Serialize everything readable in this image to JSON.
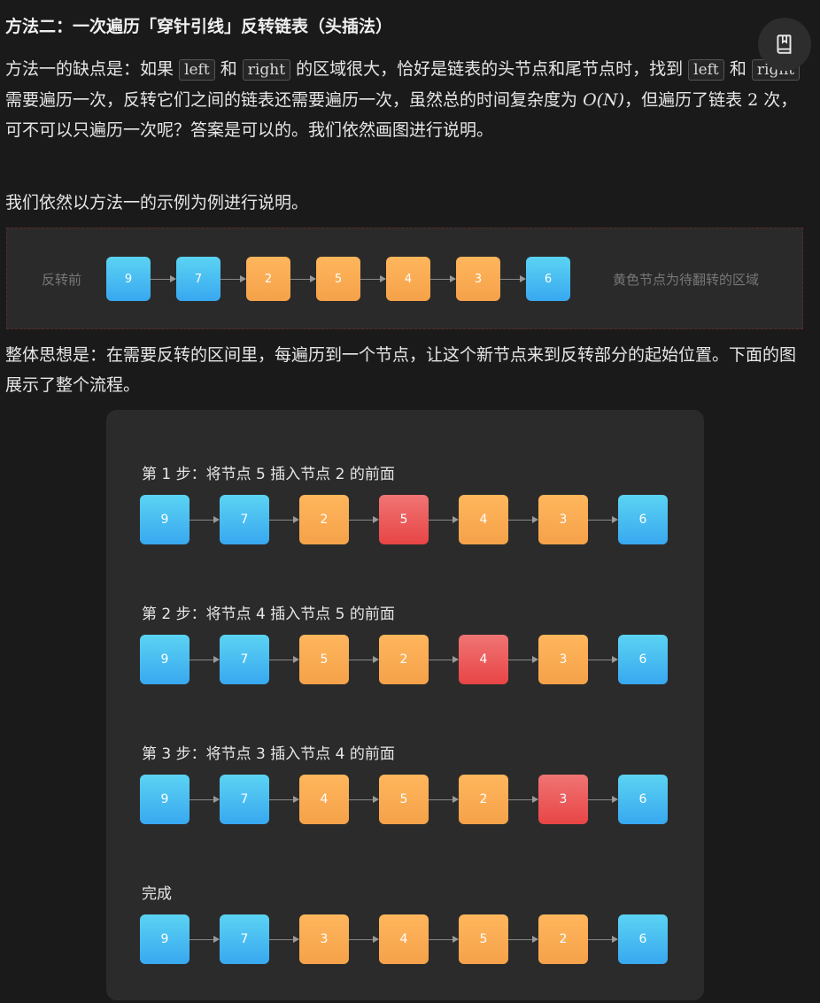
{
  "article": {
    "heading": "方法二：一次遍历「穿针引线」反转链表（头插法）",
    "para1": {
      "t1": "方法一的缺点是：如果",
      "code_left": "left",
      "t2": "和",
      "code_right": "right",
      "t3": "的区域很大，恰好是链表的头节点和尾节点时，找到",
      "code_left2": "left",
      "t4": "和",
      "code_right2": "right",
      "t5": "需要遍历一次，反转它们之间的链表还需要遍历一次，虽然总的时间复杂度为",
      "math": "O(N)",
      "t6": "，但遍历了链表",
      "num": "2",
      "t7": "次，可不可以只遍历一次呢？答案是可以的。我们依然画图进行说明。"
    },
    "para2": "我们依然以方法一的示例为例进行说明。",
    "para3": "整体思想是：在需要反转的区间里，每遍历到一个节点，让这个新节点来到反转部分的起始位置。下面的图展示了整个流程。"
  },
  "fab": {
    "icon": "book-icon"
  },
  "demo": {
    "left_label": "反转前",
    "right_label": "黄色节点为待翻转的区域",
    "nodes": [
      {
        "v": "9",
        "c": "blue"
      },
      {
        "v": "7",
        "c": "blue"
      },
      {
        "v": "2",
        "c": "orange"
      },
      {
        "v": "5",
        "c": "orange"
      },
      {
        "v": "4",
        "c": "orange"
      },
      {
        "v": "3",
        "c": "orange"
      },
      {
        "v": "6",
        "c": "blue"
      }
    ]
  },
  "steps": [
    {
      "title": "第 1 步：将节点 5 插入节点 2 的前面",
      "nodes": [
        {
          "v": "9",
          "c": "blue"
        },
        {
          "v": "7",
          "c": "blue"
        },
        {
          "v": "2",
          "c": "orange"
        },
        {
          "v": "5",
          "c": "red"
        },
        {
          "v": "4",
          "c": "orange"
        },
        {
          "v": "3",
          "c": "orange"
        },
        {
          "v": "6",
          "c": "blue"
        }
      ]
    },
    {
      "title": "第 2 步：将节点 4 插入节点 5 的前面",
      "nodes": [
        {
          "v": "9",
          "c": "blue"
        },
        {
          "v": "7",
          "c": "blue"
        },
        {
          "v": "5",
          "c": "orange"
        },
        {
          "v": "2",
          "c": "orange"
        },
        {
          "v": "4",
          "c": "red"
        },
        {
          "v": "3",
          "c": "orange"
        },
        {
          "v": "6",
          "c": "blue"
        }
      ]
    },
    {
      "title": "第 3 步：将节点 3 插入节点 4 的前面",
      "nodes": [
        {
          "v": "9",
          "c": "blue"
        },
        {
          "v": "7",
          "c": "blue"
        },
        {
          "v": "4",
          "c": "orange"
        },
        {
          "v": "5",
          "c": "orange"
        },
        {
          "v": "2",
          "c": "orange"
        },
        {
          "v": "3",
          "c": "red"
        },
        {
          "v": "6",
          "c": "blue"
        }
      ]
    },
    {
      "title": "完成",
      "nodes": [
        {
          "v": "9",
          "c": "blue"
        },
        {
          "v": "7",
          "c": "blue"
        },
        {
          "v": "3",
          "c": "orange"
        },
        {
          "v": "4",
          "c": "orange"
        },
        {
          "v": "5",
          "c": "orange"
        },
        {
          "v": "2",
          "c": "orange"
        },
        {
          "v": "6",
          "c": "blue"
        }
      ]
    }
  ]
}
